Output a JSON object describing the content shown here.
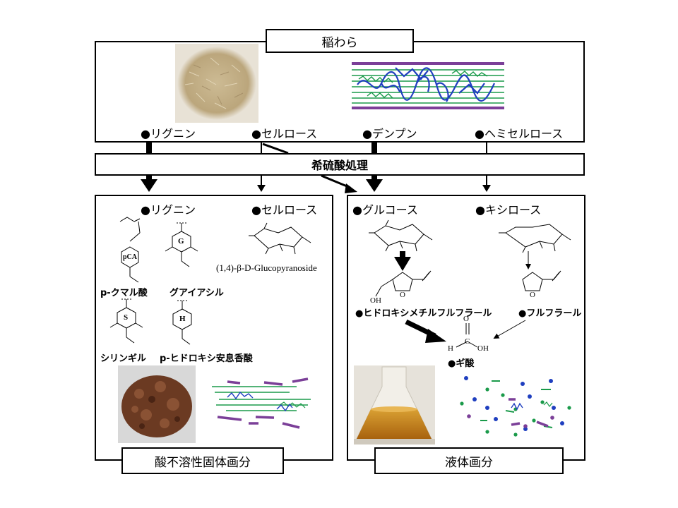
{
  "top": {
    "title": "稲わら",
    "components": [
      "●リグニン",
      "●セルロース",
      "●デンプン",
      "●ヘミセルロース"
    ]
  },
  "process": {
    "label": "希硫酸処理"
  },
  "solid": {
    "title": "酸不溶性固体画分",
    "lignin_header": "●リグニン",
    "cellulose_header": "●セルロース",
    "units": {
      "pca": "p-クマル酸",
      "guaiacyl": "グアイアシル",
      "syringyl": "シリンギル",
      "hydroxybenzoic": "p-ヒドロキシ安息香酸"
    },
    "glucopyranoside": "(1,4)-β-D-Glucopyranoside",
    "ring_letters": {
      "pca": "pCA",
      "g": "G",
      "s": "S",
      "h": "H"
    }
  },
  "liquid": {
    "title": "液体画分",
    "glucose_header": "●グルコース",
    "xylose_header": "●キシロース",
    "hmf": "●ヒドロキシメチルフルフラール",
    "furfural": "●フルフラール",
    "formic_acid": "●ギ酸"
  },
  "colors": {
    "purple": "#7b3f98",
    "green": "#1a9a4a",
    "blue": "#1f3fbf",
    "straw": "#c8b48c",
    "soil": "#6b3a22",
    "liquid": "#c88a1e"
  }
}
